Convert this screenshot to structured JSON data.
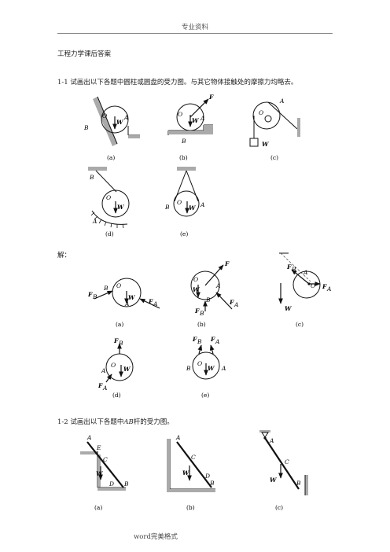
{
  "header": {
    "title": "专业资料"
  },
  "doc": {
    "title": "工程力学课后答案",
    "problem1": "1-1 试画出以下各题中圆柱或圆盘的受力图。与其它物体接触处的摩擦力均略去。",
    "solution_label": "解：",
    "problem2_prefix": "1-2 试画出以下各题中",
    "problem2_bar": "AB",
    "problem2_suffix": "杆的受力图。"
  },
  "footer": {
    "text": "word完美格式"
  },
  "labels": {
    "a": "(a)",
    "b": "(b)",
    "c": "(c)",
    "d": "(d)",
    "e": "(e)",
    "O": "O",
    "W": "W",
    "A": "A",
    "B": "B",
    "C": "C",
    "D": "D",
    "E": "E",
    "F": "F",
    "FA": "F",
    "FB": "F",
    "subA": "A",
    "subB": "B"
  }
}
